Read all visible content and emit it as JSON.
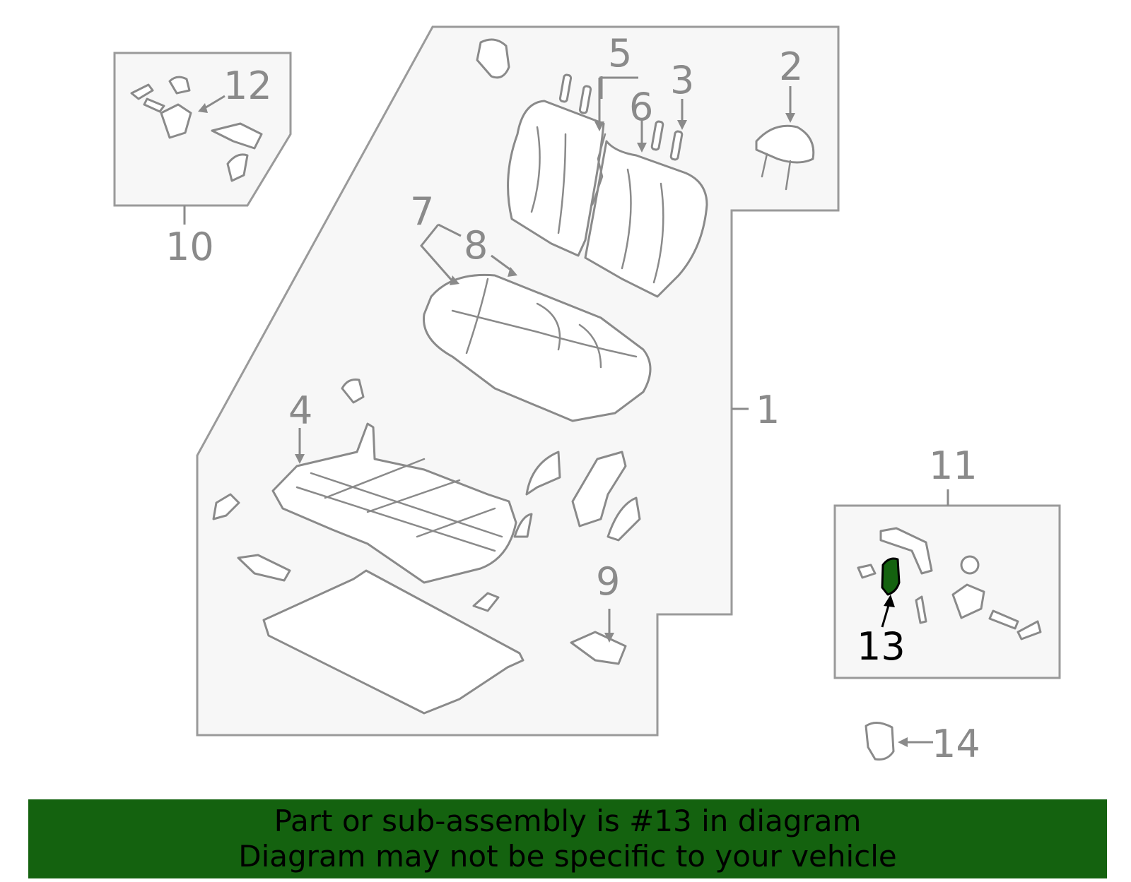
{
  "callouts": {
    "n1": "1",
    "n2": "2",
    "n3": "3",
    "n4": "4",
    "n5": "5",
    "n6": "6",
    "n7": "7",
    "n8": "8",
    "n9": "9",
    "n10": "10",
    "n11": "11",
    "n12": "12",
    "n13": "13",
    "n14": "14"
  },
  "highlight": {
    "part_number": "13",
    "color": "#14620f"
  },
  "banner": {
    "line1": "Part or sub-assembly is #13 in diagram",
    "line2": "Diagram may not be specific to your vehicle",
    "background": "#14620f"
  }
}
